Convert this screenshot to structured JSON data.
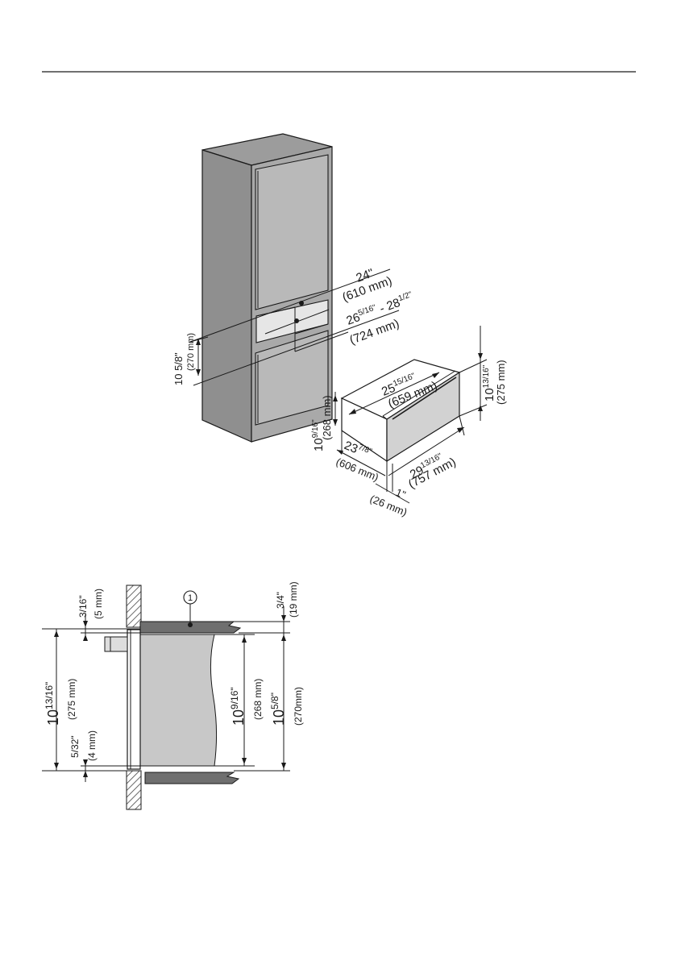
{
  "colors": {
    "cabinet_face": "#a9a9a9",
    "cabinet_side": "#8f8f8f",
    "cabinet_top": "#9c9c9c",
    "door": "#b9b9b9",
    "niche": "#e6e6e6",
    "drawer_body": "#ffffff",
    "drawer_front": "#d2d2d2",
    "wall_hatch": "#555555",
    "shelf": "#6f6f6f",
    "appliance_side": "#c8c8c8"
  },
  "top_diagram": {
    "niche_width_in": "24\"",
    "niche_width_mm": "(610 mm)",
    "niche_depth_in_main": "26",
    "niche_depth_in_frac1": "5/16\"",
    "niche_depth_in_mid": " - 28",
    "niche_depth_in_frac2": "1/2\"",
    "niche_depth_mm": "(724 mm)",
    "niche_height_in": "10 5/8\"",
    "niche_height_mm": "(270 mm)",
    "drawer_depth_in_main": "25",
    "drawer_depth_in_frac": "15/16\"",
    "drawer_depth_mm": "(659 mm)",
    "drawer_height_in_main": "10",
    "drawer_height_in_frac": "13/16\"",
    "drawer_height_mm": "(275 mm)",
    "body_height_in_main": "10",
    "body_height_in_frac": "9/16\"",
    "body_height_mm": "(268 mm)",
    "body_width_in_main": "23",
    "body_width_in_frac": "7/8\"",
    "body_width_mm": "(606 mm)",
    "front_width_in_main": "29",
    "front_width_in_frac": "13/16\"",
    "front_width_mm": "(757 mm)",
    "front_thick_in": "1\"",
    "front_thick_mm": "(26 mm)"
  },
  "bottom_diagram": {
    "callout": "1",
    "gap_top_in": "3/16\"",
    "gap_top_mm": "(5 mm)",
    "front_height_in_main": "10",
    "front_height_in_frac": "13/16\"",
    "front_height_mm": "(275 mm)",
    "gap_bottom_in": "5/32\"",
    "gap_bottom_mm": "(4 mm)",
    "shelf_thick_in": "3/4\"",
    "shelf_thick_mm": "(19 mm)",
    "body_height_in_main": "10",
    "body_height_in_frac": "9/16\"",
    "body_height_mm": "(268 mm)",
    "niche_height_in_main": "10",
    "niche_height_in_frac": "5/8\"",
    "niche_height_mm": "(270mm)"
  }
}
